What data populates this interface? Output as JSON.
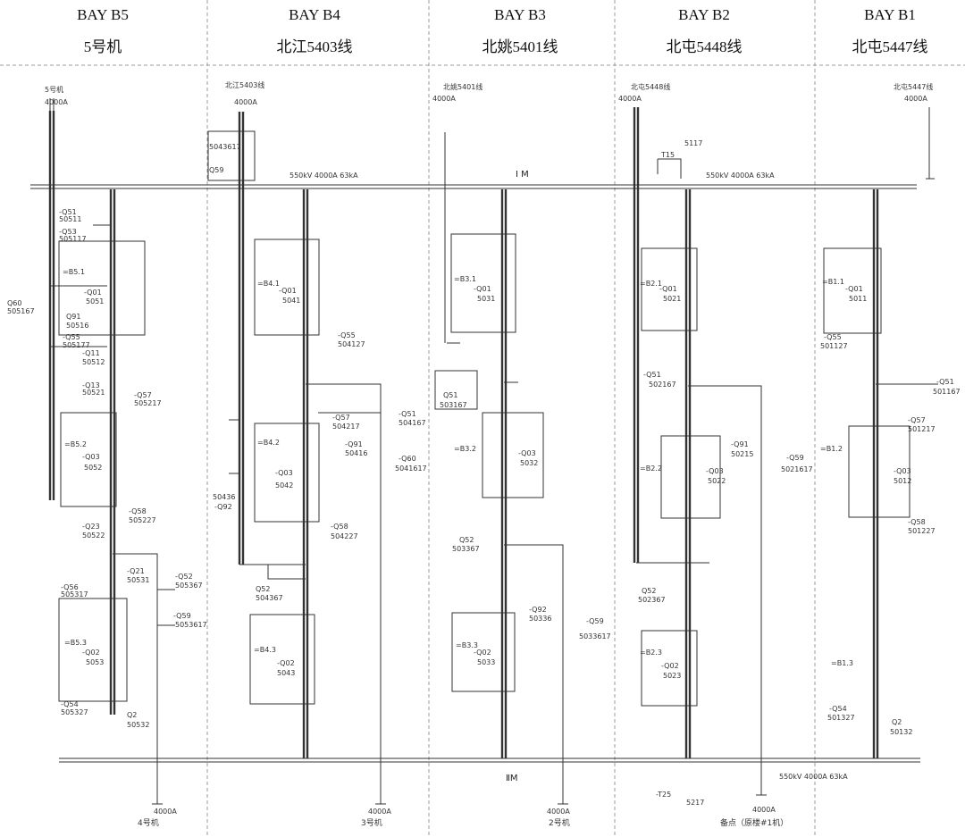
{
  "header": {
    "bays": [
      {
        "bay": "BAY B5",
        "name": "5号机"
      },
      {
        "bay": "BAY B4",
        "name": "北江5403线"
      },
      {
        "bay": "BAY B3",
        "name": "北姚5401线"
      },
      {
        "bay": "BAY B2",
        "name": "北屯5448线"
      },
      {
        "bay": "BAY B1",
        "name": "北屯5447线"
      }
    ]
  },
  "busbars": {
    "bus1": {
      "label": "Ⅰ M",
      "rating_b4": "550kV 4000A 63kA",
      "rating_b2": "550kV 4000A 63kA"
    },
    "bus2": {
      "label": "ⅡM",
      "rating": "550kV 4000A 63kA"
    }
  },
  "feeders": [
    {
      "label": "5号机",
      "current": "4000A"
    },
    {
      "label": "北江5403线",
      "current": "4000A"
    },
    {
      "label": "北姚5401线",
      "current": "4000A"
    },
    {
      "label": "北屯5448线",
      "current": "4000A"
    },
    {
      "label": "北屯5447线",
      "current": "4000A"
    }
  ],
  "bottom": [
    {
      "label": "4号机",
      "current": "4000A"
    },
    {
      "label": "3号机",
      "current": "4000A"
    },
    {
      "label": "2号机",
      "current": "4000A"
    },
    {
      "label": "备点（原楼#1机）",
      "current": "4000A"
    }
  ],
  "breakers": [
    {
      "name": "=B5.1",
      "sw": "-Q01",
      "id": "5051"
    },
    {
      "name": "=B5.2",
      "sw": "-Q03",
      "id": "5052"
    },
    {
      "name": "=B5.3",
      "sw": "-Q02",
      "id": "5053"
    },
    {
      "name": "=B4.1",
      "sw": "-Q01",
      "id": "5041"
    },
    {
      "name": "=B4.2",
      "sw": "-Q03",
      "id": "5042"
    },
    {
      "name": "=B4.3",
      "sw": "-Q02",
      "id": "5043"
    },
    {
      "name": "=B3.1",
      "sw": "-Q01",
      "id": "5031"
    },
    {
      "name": "=B3.2",
      "sw": "-Q03",
      "id": "5032"
    },
    {
      "name": "=B3.3",
      "sw": "-Q02",
      "id": "5033"
    },
    {
      "name": "=B2.1",
      "sw": "-Q01",
      "id": "5021"
    },
    {
      "name": "=B2.2",
      "sw": "-Q03",
      "id": "5022"
    },
    {
      "name": "=B2.3",
      "sw": "-Q02",
      "id": "5023"
    },
    {
      "name": "=B1.1",
      "sw": "-Q01",
      "id": "5011"
    },
    {
      "name": "=B1.2",
      "sw": "-Q03",
      "id": "5012"
    },
    {
      "name": "=B1.3",
      "sw": "",
      "id": ""
    }
  ],
  "labels": [
    {
      "text": "-Q51",
      "sub": "50511"
    },
    {
      "text": "-Q53",
      "sub": "505117"
    },
    {
      "text": "-Q11",
      "sub": "50512"
    },
    {
      "text": "-Q13",
      "sub": "50521"
    },
    {
      "text": "-Q57",
      "sub": "505217"
    },
    {
      "text": "-Q58",
      "sub": "505227"
    },
    {
      "text": "-Q23",
      "sub": "50522"
    },
    {
      "text": "-Q21",
      "sub": "50531"
    },
    {
      "text": "-Q52",
      "sub": "505367"
    },
    {
      "text": "-Q56",
      "sub": "505317"
    },
    {
      "text": "-Q54",
      "sub": "505327"
    },
    {
      "text": "Q2",
      "sub": "50532"
    },
    {
      "text": "Q60",
      "sub": "505167"
    },
    {
      "text": "Q91",
      "sub": "50516"
    },
    {
      "text": "-Q55",
      "sub": "505177"
    },
    {
      "text": "-Q59",
      "sub": "5053617"
    },
    {
      "text": "5043617",
      "sub": "Q59"
    },
    {
      "text": "-Q51",
      "sub": "504167"
    },
    {
      "text": "-Q91",
      "sub": "50416"
    },
    {
      "text": "-Q60",
      "sub": "5041617"
    },
    {
      "text": "-Q92",
      "sub": "50436"
    },
    {
      "text": "Q52",
      "sub": "504367"
    },
    {
      "text": "-Q55",
      "sub": "504127"
    },
    {
      "text": "-Q58",
      "sub": "504227"
    },
    {
      "text": "-Q57",
      "sub": "504217"
    },
    {
      "text": "Q51",
      "sub": "503167"
    },
    {
      "text": "-Q59",
      "sub": "5033617"
    },
    {
      "text": "-Q92",
      "sub": "50336"
    },
    {
      "text": "Q52",
      "sub": "503367"
    },
    {
      "text": "-Q51",
      "sub": "502167"
    },
    {
      "text": "-Q91",
      "sub": "50215"
    },
    {
      "text": "-Q59",
      "sub": "5021617"
    },
    {
      "text": "Q52",
      "sub": "502367"
    },
    {
      "text": "-T25",
      "sub": "5217"
    },
    {
      "text": "5117",
      "sub": "T15"
    },
    {
      "text": "-Q51",
      "sub": "501167"
    },
    {
      "text": "-Q57",
      "sub": "501217"
    },
    {
      "text": "-Q58",
      "sub": "501227"
    },
    {
      "text": "-Q55",
      "sub": "501127"
    },
    {
      "text": "Q2",
      "sub": "50132"
    },
    {
      "text": "-Q54",
      "sub": "501327"
    }
  ],
  "colors": {
    "line": "#333333",
    "divider": "#999999",
    "background": "#ffffff"
  }
}
